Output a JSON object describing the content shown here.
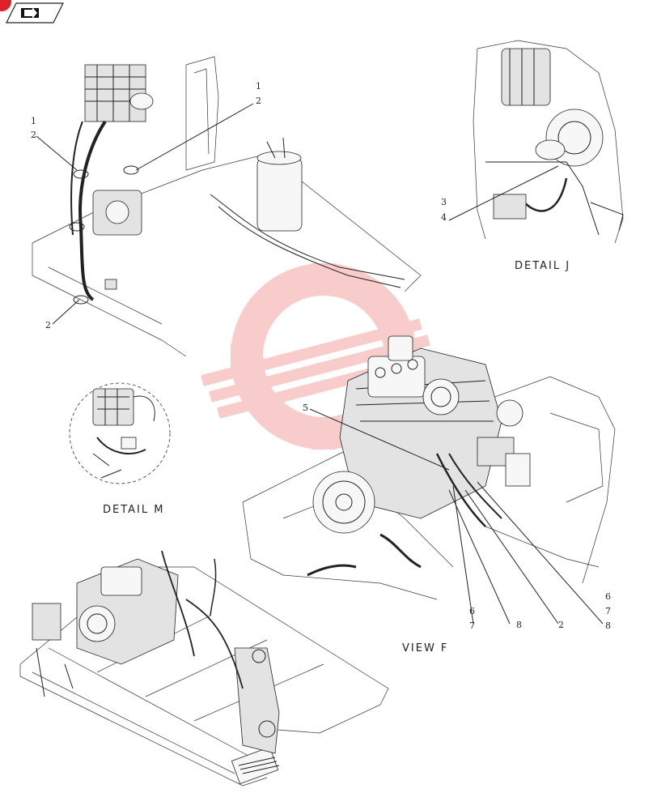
{
  "header": {
    "nav_icon": "book-arrow-icon",
    "accent": "#e0202a"
  },
  "callouts": {
    "top_left_1": "1",
    "top_left_2": "2",
    "top_mid_1": "1",
    "top_mid_2": "2",
    "bottom_left_2": "2",
    "detail_j_3": "3",
    "detail_j_4": "4",
    "view_f_5": "5",
    "view_f_6a": "6",
    "view_f_7a": "7",
    "view_f_8a": "8",
    "view_f_2": "2",
    "view_f_6b": "6",
    "view_f_7b": "7",
    "view_f_8b": "8"
  },
  "views": {
    "detail_j": "DETAIL J",
    "detail_m": "DETAIL M",
    "view_f": "VIEW F"
  },
  "watermark": {
    "color": "#f07070"
  }
}
